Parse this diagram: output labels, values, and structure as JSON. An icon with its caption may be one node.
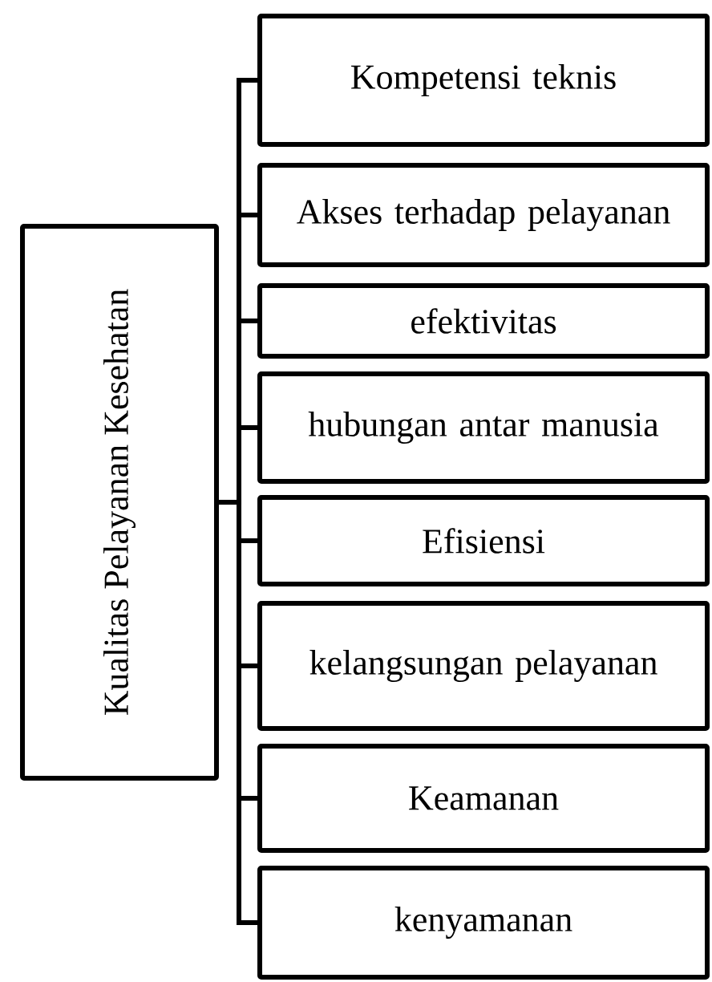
{
  "diagram": {
    "nodes": [
      {
        "text": [
          "Kualitas Pelayanan Kesehatan"
        ]
      },
      {
        "text": [
          "Kompetensi teknis"
        ]
      },
      {
        "text": [
          "Akses terhadap pelayanan"
        ]
      },
      {
        "text": [
          "efektivitas"
        ]
      },
      {
        "text": [
          "hubungan antar manusia"
        ]
      },
      {
        "text": [
          "Efisiensi"
        ]
      },
      {
        "text": [
          "kelangsungan pelayanan"
        ]
      },
      {
        "text": [
          "Keamanan"
        ]
      },
      {
        "text": [
          "kenyamanan"
        ]
      }
    ],
    "edges": [
      {
        "from": 0,
        "to": 1,
        "arrow": "none"
      },
      {
        "from": 0,
        "to": 2,
        "arrow": "none"
      },
      {
        "from": 0,
        "to": 3,
        "arrow": "none"
      },
      {
        "from": 0,
        "to": 4,
        "arrow": "none"
      },
      {
        "from": 0,
        "to": 5,
        "arrow": "none"
      },
      {
        "from": 0,
        "to": 6,
        "arrow": "none"
      },
      {
        "from": 0,
        "to": 7,
        "arrow": "none"
      },
      {
        "from": 0,
        "to": 8,
        "arrow": "none"
      }
    ]
  }
}
